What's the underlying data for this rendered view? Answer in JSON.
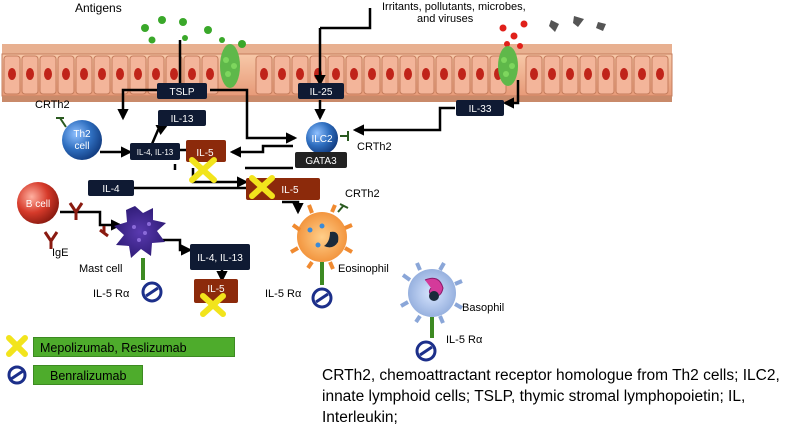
{
  "top_labels": {
    "antigens": "Antigens",
    "irritants_line1": "Irritants, pollutants, microbes,",
    "irritants_line2": "and viruses"
  },
  "cells": {
    "th2": [
      "Th2",
      "cell"
    ],
    "ilc2": "ILC2",
    "gata3": "GATA3",
    "b_cell": "B cell",
    "mast_cell": "Mast cell",
    "eosinophil": "Eosinophil",
    "basophil": "Basophil"
  },
  "mediators": {
    "tslp": "TSLP",
    "il25": "IL-25",
    "il33": "IL-33",
    "il13": "IL-13",
    "il4_il13_th2": "IL-4, IL-13",
    "il5_th2": "IL-5",
    "il5_ilc2": "IL-5",
    "il4": "IL-4",
    "il4_il13_mast": "IL-4,  IL-13",
    "il5_mast": "IL-5"
  },
  "receptors": {
    "crth2": "CRTh2",
    "ige": "IgE",
    "il5ra": "IL-5 Rα"
  },
  "legend": [
    {
      "icon": "yellow-x",
      "label": "Mepolizumab, Reslizumab"
    },
    {
      "icon": "blue-ring",
      "label": "Benralizumab"
    }
  ],
  "abbreviations": "CRTh2, chemoattractant receptor homologue from Th2 cells; ILC2, innate lymphoid cells; TSLP, thymic stromal lymphopoietin; IL, Interleukin;",
  "colors": {
    "label_dark": "#0f1a33",
    "label_red": "#8c2a0b",
    "cell_blue": "#2f6fc0",
    "b_cell_red": "#d63a2a",
    "legend_green": "#4eac2c",
    "block_yellow": "#f2e41c",
    "block_ring": "#1c2f8a"
  }
}
